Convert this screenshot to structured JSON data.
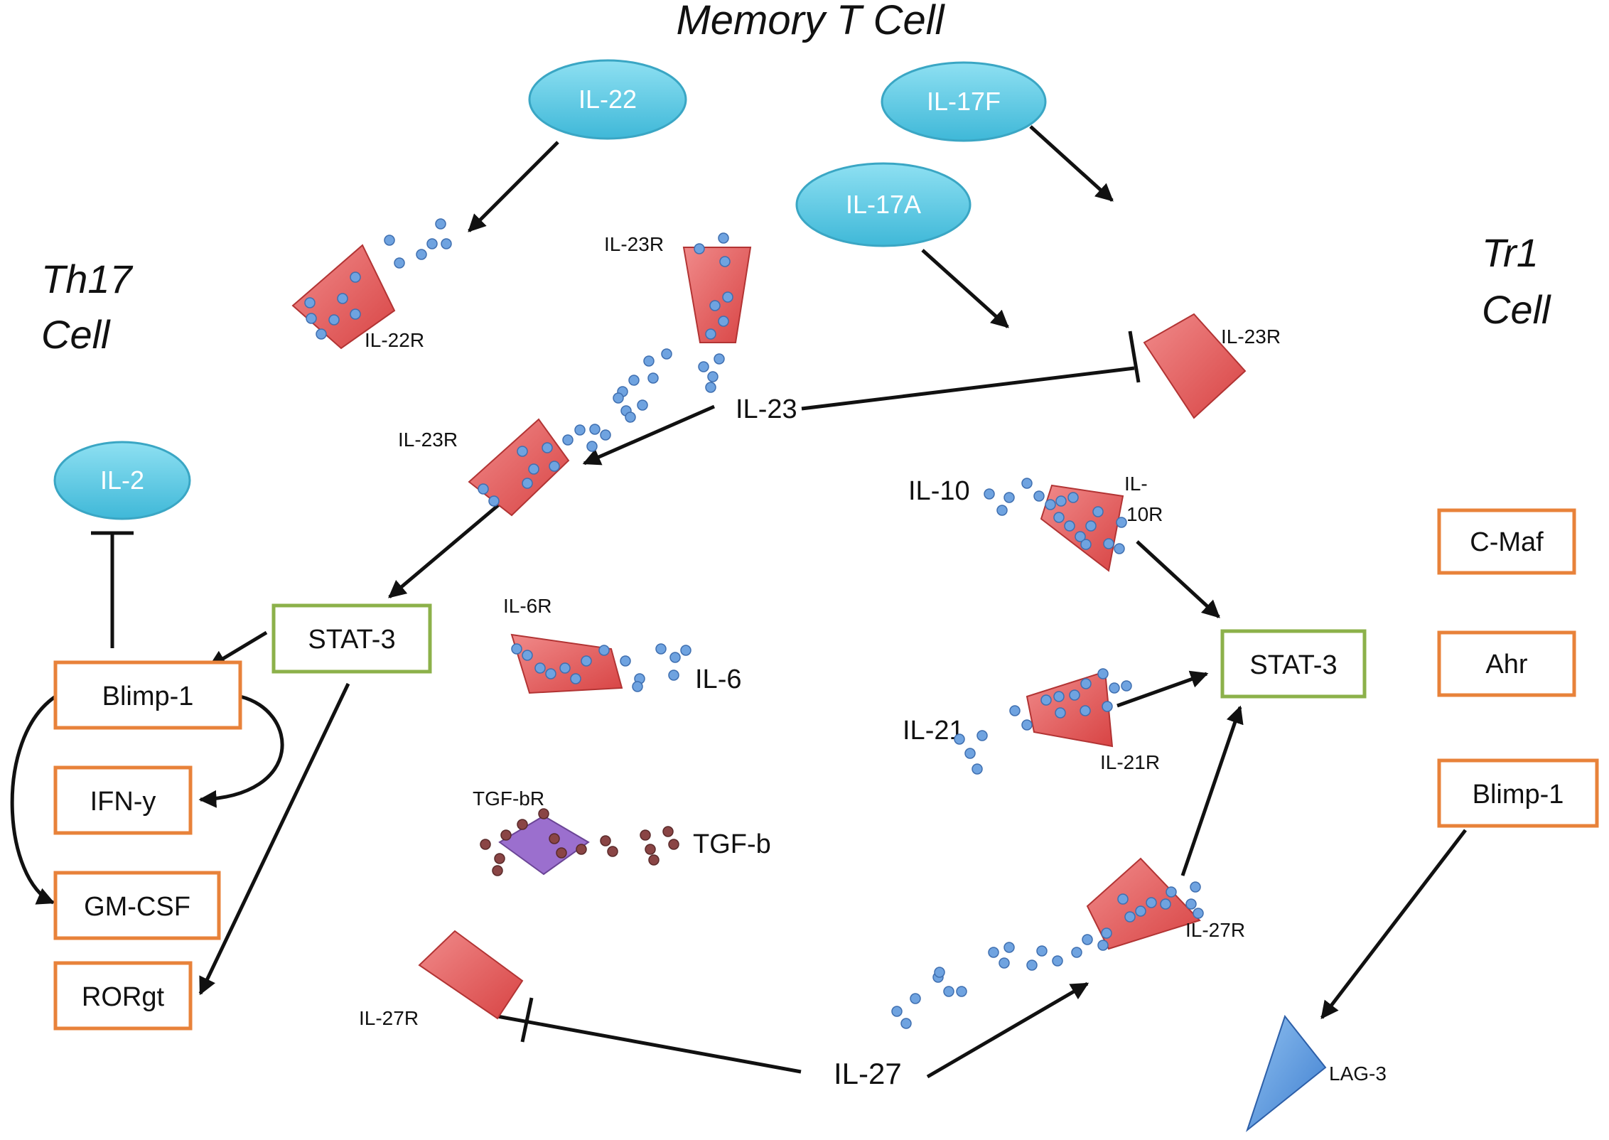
{
  "colors": {
    "cytokine_fill": "#5cc8e0",
    "cytokine_stroke": "#3aa6c4",
    "receptor_fill": "#e05a5a",
    "receptor_stroke": "#b23434",
    "stat_box": "#8cb14a",
    "tf_box": "#e8823a",
    "tgf_receptor": "#9b6fce",
    "lag3": "#4f8fd6",
    "ligand_dot": "#6fa3e0",
    "tgf_dot": "#8a4545"
  },
  "titles": {
    "memory": "Memory T Cell",
    "th17_line1": "Th17",
    "th17_line2": "Cell",
    "tr1_line1": "Tr1",
    "tr1_line2": "Cell"
  },
  "cytokines": {
    "il22": "IL-22",
    "il17f": "IL-17F",
    "il17a": "IL-17A",
    "il2": "IL-2"
  },
  "receptors": {
    "il22r": "IL-22R",
    "il23r_top": "IL-23R",
    "il23r_left": "IL-23R",
    "il23r_right": "IL-23R",
    "il10r_line1": "IL-",
    "il10r_line2": "10R",
    "il6r": "IL-6R",
    "il21r": "IL-21R",
    "tgfbr": "TGF-bR",
    "il27r_left": "IL-27R",
    "il27r_right": "IL-27R",
    "lag3": "LAG-3"
  },
  "ligands": {
    "il23": "IL-23",
    "il10": "IL-10",
    "il6": "IL-6",
    "il21": "IL-21",
    "tgfb": "TGF-b",
    "il27": "IL-27"
  },
  "boxes": {
    "stat3_left": "STAT-3",
    "stat3_right": "STAT-3",
    "blimp1_left": "Blimp-1",
    "ifny": "IFN-y",
    "gmcsf": "GM-CSF",
    "rorgt": "RORgt",
    "cmaf": "C-Maf",
    "ahr": "Ahr",
    "blimp1_right": "Blimp-1"
  }
}
